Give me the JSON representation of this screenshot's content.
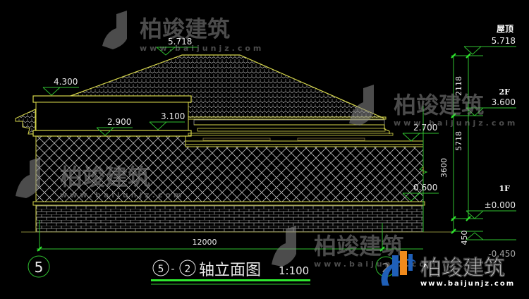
{
  "drawing": {
    "title": "轴立面图",
    "axis_from": "5",
    "axis_to": "2",
    "separator": "-",
    "scale": "1:100",
    "overall_width_dim": "12000",
    "left_axis_bubble": "5",
    "right_axis_bubble": "2"
  },
  "elevations": {
    "ridge": "5.718",
    "parapet_top": "4.300",
    "left_eave": "2.900",
    "right_of_parapet": "3.100",
    "right_eave": "2.700",
    "sill": "0.600"
  },
  "level_marks": {
    "roof": {
      "label": "屋顶",
      "value": "5.718"
    },
    "second_floor": {
      "label": "2F",
      "value": "3.600"
    },
    "first_floor": {
      "label": "1F",
      "value": "±0.000"
    },
    "ground": {
      "label": "",
      "value": "-0.450"
    }
  },
  "vertical_dims": {
    "outer": "5718",
    "upper_segment": "2118",
    "middle_segment": "3600",
    "lower_segment": "450"
  },
  "watermarks": {
    "brand_name": "柏竣建筑",
    "website": "www.baijunjz.com"
  },
  "colors": {
    "background": "#000000",
    "outline_yellow": "#d6d64a",
    "dim_green": "#2fbf2f",
    "bright_green": "#2ee82e",
    "hatch_gray": "#b8b8b8",
    "text_white": "#e8e8e8",
    "watermark_gray": "#6a6a6a",
    "logo_blue": "#1f5fb8",
    "logo_orange": "#f08a1c"
  }
}
